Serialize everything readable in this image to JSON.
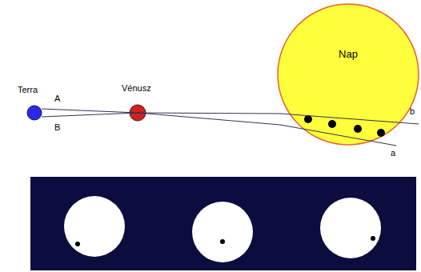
{
  "diagram": {
    "nodes": [
      {
        "text": [
          "Terra"
        ]
      },
      {
        "text": [
          "Vénusz"
        ]
      },
      {
        "text": [
          "Nap"
        ]
      }
    ],
    "edges": [
      {
        "from": 0,
        "to": 2,
        "arrow": "none"
      },
      {
        "from": 0,
        "to": 2,
        "arrow": "none"
      }
    ],
    "labels": [
      "A",
      "B",
      "b",
      "a"
    ]
  }
}
